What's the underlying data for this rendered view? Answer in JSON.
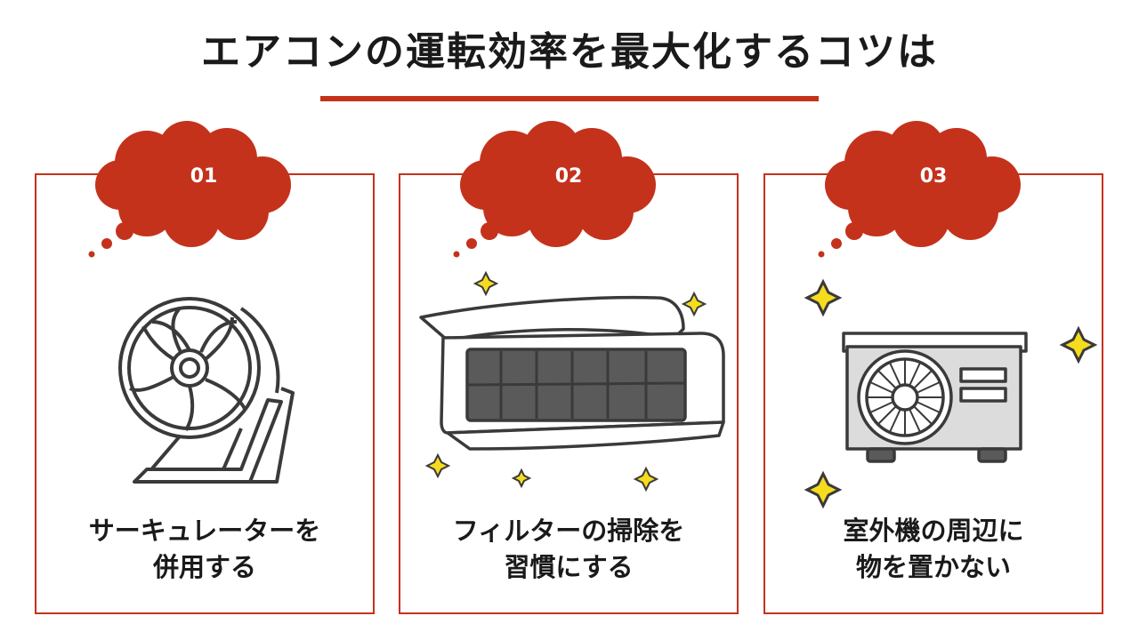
{
  "title": "エアコンの運転効率を最大化するコツは",
  "colors": {
    "accent": "#c4321c",
    "ink": "#3a3a3a",
    "sparkle": "#f5dc1e",
    "unit_body": "#dcdcdc",
    "filter": "#5a5a5a"
  },
  "cards": [
    {
      "number": "01",
      "lines": [
        "サーキュレーターを",
        "併用する"
      ],
      "icon": "circulator-fan-icon"
    },
    {
      "number": "02",
      "lines": [
        "フィルターの掃除を",
        "習慣にする"
      ],
      "icon": "air-conditioner-filter-icon"
    },
    {
      "number": "03",
      "lines": [
        "室外機の周辺に",
        "物を置かない"
      ],
      "icon": "outdoor-unit-icon"
    }
  ]
}
